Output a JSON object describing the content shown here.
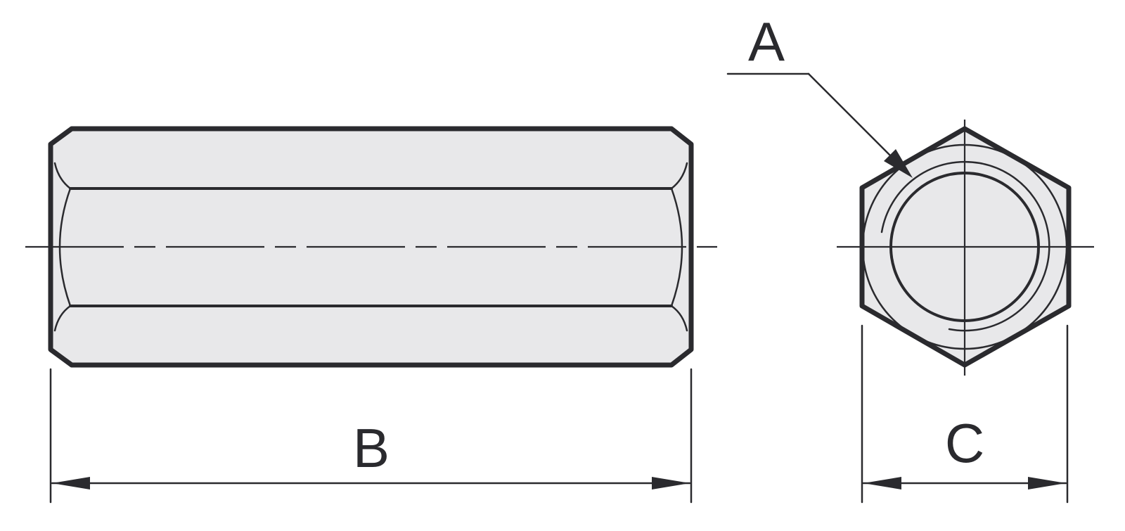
{
  "labels": {
    "thread": "A",
    "length": "B",
    "across_flats": "C"
  },
  "colors": {
    "line": "#2a2a2e",
    "fill": "#e8e8ea",
    "background": "#ffffff"
  }
}
